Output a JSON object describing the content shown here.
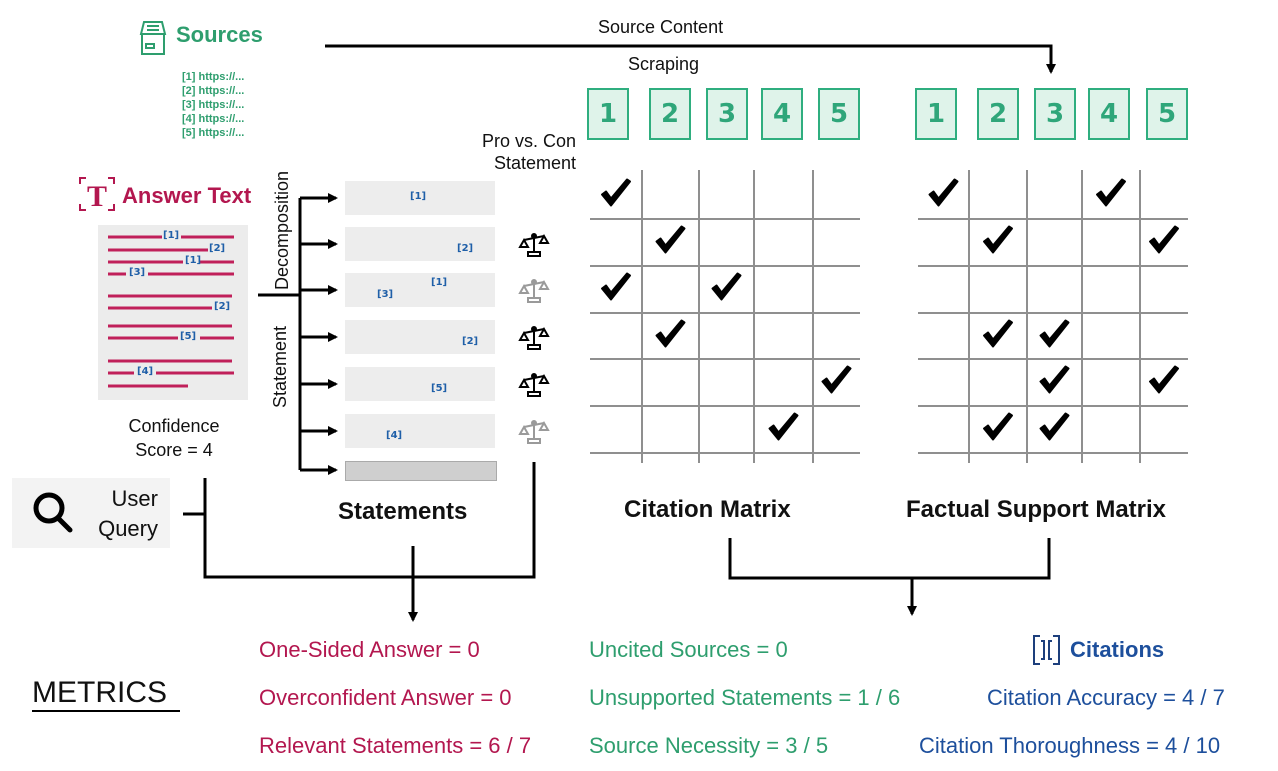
{
  "sources": {
    "title": "Sources",
    "urls": [
      "[1] https://...",
      "[2] https://...",
      "[3] https://...",
      "[4] https://...",
      "[5] https://..."
    ]
  },
  "flow_labels": {
    "source_content": "Source Content",
    "scraping": "Scraping",
    "decomposition": "Decomposition",
    "statement": "Statement",
    "pro_con_line1": "Pro vs. Con",
    "pro_con_line2": "Statement"
  },
  "answer": {
    "title": "Answer Text",
    "citations": [
      "[1]",
      "[2]",
      "[1]",
      "[3]",
      "[2]",
      "[5]",
      "[4]"
    ],
    "confidence_line1": "Confidence",
    "confidence_line2": "Score = 4"
  },
  "query": {
    "line1": "User",
    "line2": "Query"
  },
  "statements": {
    "title": "Statements",
    "items": [
      {
        "citation": "[1]",
        "stance": "none"
      },
      {
        "citation": "[2]",
        "stance": "pro"
      },
      {
        "citation": "[1] [3]",
        "stance": "con"
      },
      {
        "citation": "[2]",
        "stance": "pro"
      },
      {
        "citation": "[5]",
        "stance": "pro"
      },
      {
        "citation": "[4]",
        "stance": "con"
      },
      {
        "citation": "",
        "stance": "irrelevant"
      }
    ]
  },
  "citation_matrix": {
    "title": "Citation Matrix",
    "sources": [
      "1",
      "2",
      "3",
      "4",
      "5"
    ],
    "rows": [
      [
        1,
        0,
        0,
        0,
        0
      ],
      [
        0,
        1,
        0,
        0,
        0
      ],
      [
        1,
        0,
        1,
        0,
        0
      ],
      [
        0,
        1,
        0,
        0,
        0
      ],
      [
        0,
        0,
        0,
        0,
        1
      ],
      [
        0,
        0,
        0,
        1,
        0
      ]
    ]
  },
  "factual_matrix": {
    "title": "Factual Support Matrix",
    "sources": [
      "1",
      "2",
      "3",
      "4",
      "5"
    ],
    "rows": [
      [
        1,
        0,
        0,
        1,
        0
      ],
      [
        0,
        1,
        0,
        0,
        1
      ],
      [
        0,
        0,
        0,
        0,
        0
      ],
      [
        0,
        1,
        1,
        0,
        0
      ],
      [
        0,
        0,
        1,
        0,
        1
      ],
      [
        0,
        1,
        1,
        0,
        0
      ]
    ]
  },
  "metrics": {
    "heading": "METRICS",
    "answer_metrics": [
      "One-Sided Answer = 0",
      "Overconfident Answer = 0",
      "Relevant Statements = 6 / 7"
    ],
    "source_metrics": [
      "Uncited Sources = 0",
      "Unsupported Statements = 1 / 6",
      "Source Necessity = 3 / 5"
    ],
    "citations_heading": "Citations",
    "citation_metrics": [
      "Citation Accuracy = 4 / 7",
      "Citation Thoroughness = 4 / 10"
    ]
  },
  "colors": {
    "answer_pink": "#b3174f",
    "source_green": "#2e9e6e",
    "citation_blue": "#1d4f9c"
  }
}
